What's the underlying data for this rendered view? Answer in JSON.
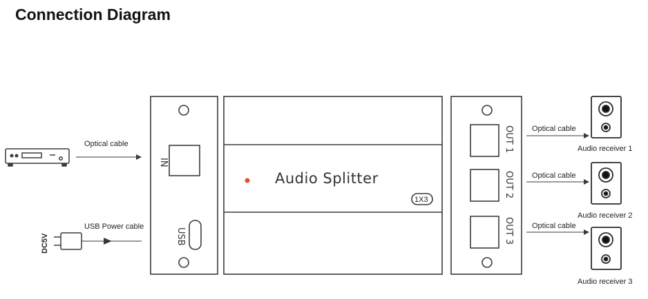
{
  "title": "Connection Diagram",
  "device": {
    "name": "Audio Splitter",
    "model_badge": "1X3",
    "input_port_label": "IN",
    "usb_port_label": "USB",
    "output_ports": [
      "OUT 1",
      "OUT 2",
      "OUT 3"
    ]
  },
  "source": {
    "cable_label": "Optical cable"
  },
  "power": {
    "plug_label": "DC5V",
    "cable_label": "USB Power cable"
  },
  "outputs": [
    {
      "cable_label": "Optical cable",
      "receiver_label": "Audio receiver 1"
    },
    {
      "cable_label": "Optical cable",
      "receiver_label": "Audio receiver 2"
    },
    {
      "cable_label": "Optical cable",
      "receiver_label": "Audio receiver 3"
    }
  ],
  "colors": {
    "line": "#3a3a3a",
    "led": "#e0522a",
    "text": "#222222"
  }
}
